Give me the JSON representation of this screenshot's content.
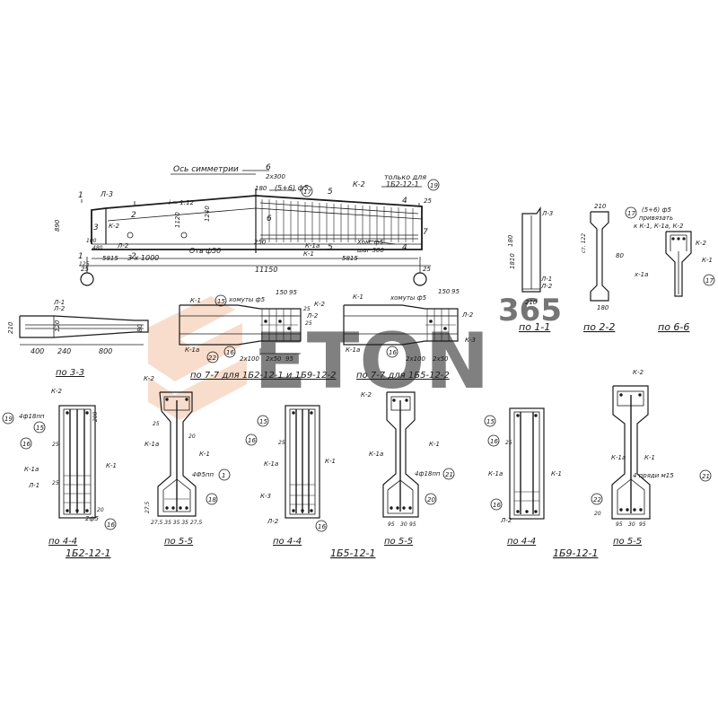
{
  "elevation": {
    "axis_label": "Ось симметрии",
    "axis_num": "6",
    "top_dims": [
      "2х300",
      "180"
    ],
    "stirrup_label": "(5+6) ф5",
    "pos_17": "17",
    "only_for_1": "только для",
    "only_for_2": "1Б2-12-1",
    "pos_19": "19",
    "mark_k2": "К-2",
    "mark_l3": "Л-3",
    "mark_i": "i = 1:12",
    "mark_5a": "5",
    "mark_5b": "5",
    "mark_6": "6",
    "mark_4a": "4",
    "mark_4b": "4",
    "mark_1a": "1",
    "mark_1b": "1",
    "mark_2a": "2",
    "mark_2b": "2",
    "mark_3": "3",
    "mark_7": "7",
    "mark_25a": "25",
    "mark_25b": "25",
    "mark_25c": "25",
    "dim_1240": "1240",
    "dim_1120": "1120",
    "dim_890": "890",
    "dim_250": "250",
    "dim_3x1000": "3 х 1000",
    "dim_5815a": "5815",
    "dim_5815b": "5815",
    "dim_11150": "11150",
    "dim_100": "100",
    "dim_480": "480",
    "dim_125": "125",
    "otv": "Отв ф50",
    "mark_k1a": "К-1а",
    "mark_k1": "К-1",
    "shag1": "Хом. ф5",
    "shag2": "шаг 300",
    "mark_l2": "Л-2",
    "mark_k2b": "К-2"
  },
  "sec33": {
    "l1": "Л-1",
    "l2": "Л-2",
    "d210": "210",
    "d120": "120",
    "d80": "80",
    "d400": "400",
    "d240": "240",
    "d800": "800",
    "title": "по 3-3"
  },
  "sec77a": {
    "k1": "К-1",
    "k1a": "К-1а",
    "k2": "К-2",
    "l2": "Л-2",
    "stir": "хомуты ф5",
    "p15": "15",
    "p16": "16",
    "p22": "22",
    "d150": "150",
    "d95": "95",
    "d2x100": "2х100",
    "d2x50": "2х50",
    "d95b": "95",
    "d25": "25",
    "d25b": "25",
    "title": "по 7-7 для 1Б2-12-1 и 1Б9-12-2"
  },
  "sec77b": {
    "k1": "К-1",
    "k1a": "К-1а",
    "k3": "К-3",
    "l2": "Л-2",
    "stir": "хомуты ф5",
    "p16": "16",
    "d150": "150",
    "d95": "95",
    "d2x100": "2х100",
    "d2x50": "2х50",
    "title": "по 7-7 для 1Б5-12-2"
  },
  "sec11": {
    "l3": "Л-3",
    "l1": "Л-1",
    "l2": "Л-2",
    "d1810": "1810",
    "d180": "180",
    "d210": "210",
    "title": "по 1-1"
  },
  "sec22": {
    "d210": "210",
    "d80": "80",
    "d180": "180",
    "d122": "ст. 122",
    "title": "по 2-2"
  },
  "sec66": {
    "p17": "17",
    "stir": "(5+6) ф5",
    "priv": "привязать",
    "k": "к К-1, К-1а, К-2",
    "k2": "К-2",
    "k1": "К-1",
    "k1a": "х-1а",
    "title": "по 6-6"
  },
  "b44a": {
    "k2": "К-2",
    "p19": "19",
    "p15": "15",
    "p16": "16",
    "p16b": "16",
    "k1a": "К-1а",
    "l1": "Л-1",
    "k1": "К-1",
    "rods": "4ф18пп",
    "d25": "25",
    "d25b": "25",
    "d200": "200",
    "d20": "20",
    "d2f5": "2ф5",
    "title": "по 4-4"
  },
  "b55a": {
    "k2": "К-2",
    "k1a": "К-1а",
    "k1": "К-1",
    "p18": "18",
    "p1": "1",
    "rods": "4Ф5пп",
    "d25": "25",
    "d20": "20",
    "d275": "27,5",
    "d35": "35",
    "dims": "27,5 35 35 35 27,5",
    "title": "по 5-5"
  },
  "group1": "1Б2-12-1",
  "b44b": {
    "p15": "15",
    "p16": "16",
    "k1a": "К-1а",
    "k1": "К-1",
    "k3": "К-3",
    "l2": "Л-2",
    "d25": "25",
    "title": "по 4-4"
  },
  "b55b": {
    "k2": "К-2",
    "k1a": "К-1а",
    "k1": "К-1",
    "rods": "4ф18пп",
    "p20": "20",
    "p21": "21",
    "d95": "95",
    "d30": "30",
    "d95b": "95",
    "title": "по 5-5"
  },
  "group2": "1Б5-12-1",
  "b44c": {
    "p15": "15",
    "p16": "16",
    "p16b": "16",
    "k1a": "К-1а",
    "k1": "К-1",
    "l2": "Л-2",
    "d25": "25",
    "title": "по 4-4"
  },
  "b55c": {
    "k2": "К-2",
    "k1a": "К-1а",
    "k1": "К-1",
    "rods": "4 пряди м15",
    "p21": "21",
    "p22": "22",
    "d20": "20",
    "d95": "95",
    "d30": "30",
    "d95b": "95",
    "title": "по 5-5"
  },
  "group3": "1Б9-12-1",
  "watermark": {
    "logo": "ETON",
    "num": "365"
  }
}
